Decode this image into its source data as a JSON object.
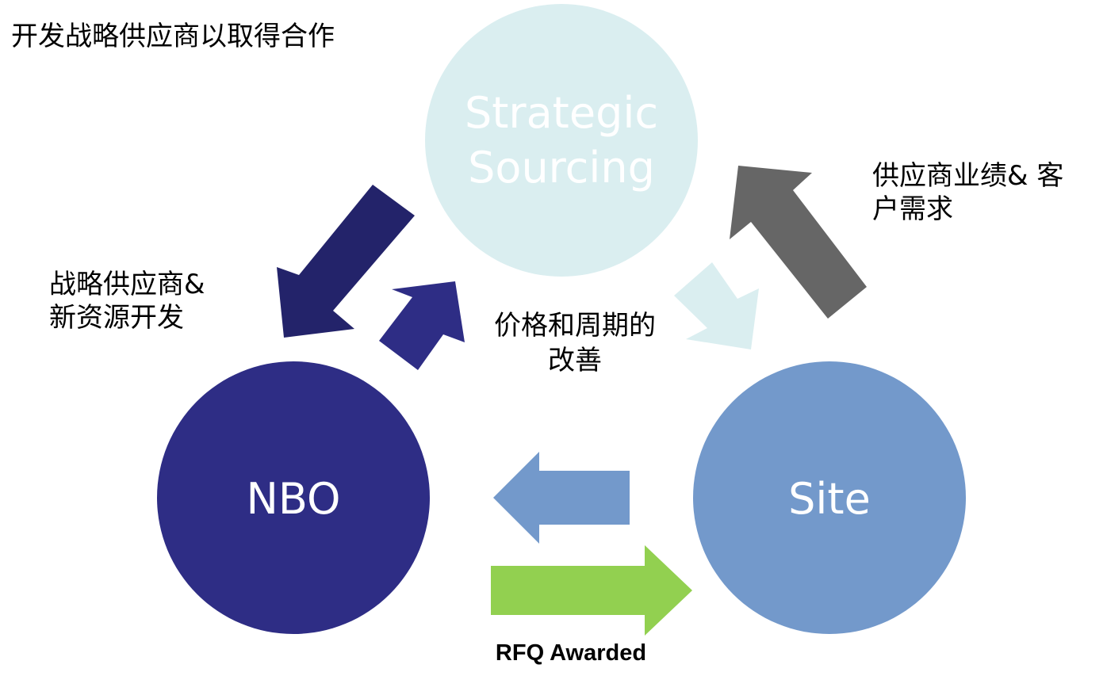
{
  "title": "开发战略供应商以取得合作",
  "circles": {
    "strategic_sourcing": {
      "line1": "Strategic",
      "line2": "Sourcing",
      "fill": "#daeef0"
    },
    "nbo": {
      "label": "NBO",
      "fill": "#2e2d85"
    },
    "site": {
      "label": "Site",
      "fill": "#7399cb"
    }
  },
  "annotations": {
    "left": {
      "line1": "战略供应商&",
      "line2": "新资源开发"
    },
    "center": {
      "line1": "价格和周期的",
      "line2": "改善"
    },
    "right": {
      "line1": "供应商业绩& 客",
      "line2": "户需求"
    },
    "bottom": "RFQ Awarded"
  },
  "arrows": {
    "sourcing_to_nbo": {
      "icon": "arrow-down-left-icon",
      "fill": "#23236a"
    },
    "nbo_to_sourcing": {
      "icon": "arrow-up-right-icon",
      "fill": "#2e2d85"
    },
    "sourcing_to_site": {
      "icon": "arrow-down-right-icon",
      "fill": "#daeef0"
    },
    "site_to_sourcing": {
      "icon": "arrow-up-left-icon",
      "fill": "#666666"
    },
    "site_to_nbo": {
      "icon": "arrow-left-icon",
      "fill": "#7399cb"
    },
    "nbo_to_site": {
      "icon": "arrow-right-icon",
      "fill": "#92d050"
    }
  }
}
